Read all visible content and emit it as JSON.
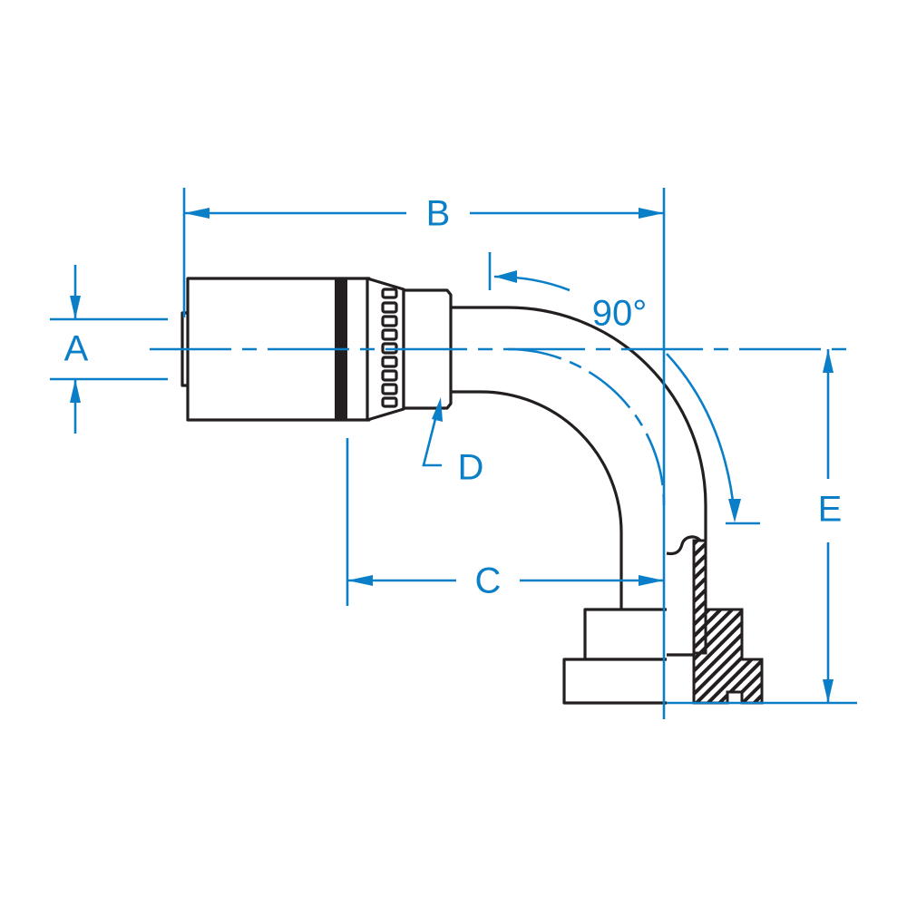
{
  "diagram": {
    "labels": {
      "a": "A",
      "b": "B",
      "c": "C",
      "d": "D",
      "e": "E",
      "angle": "90°"
    },
    "colors": {
      "dimension": "#0a7fc8",
      "outline": "#231f20"
    }
  }
}
